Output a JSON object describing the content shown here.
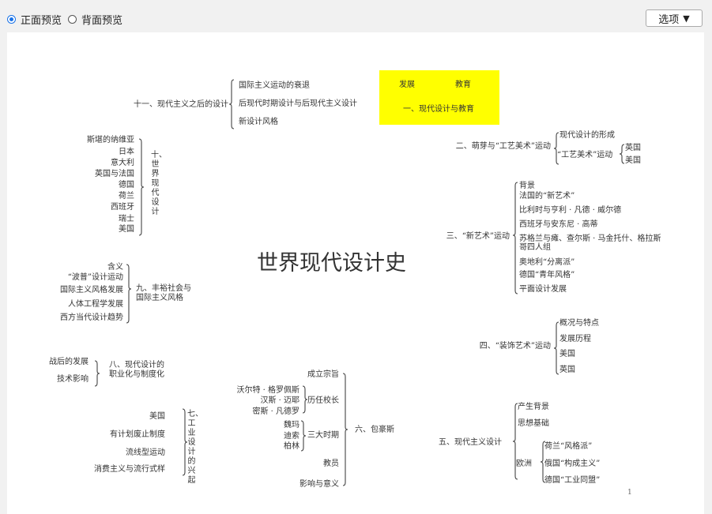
{
  "toolbar": {
    "front_preview": "正面预览",
    "back_preview": "背面预览",
    "options_label": "选项",
    "options_caret": "▼",
    "accent_color": "#1a73e8"
  },
  "mindmap": {
    "title": "世界现代设计史",
    "page_number": "1",
    "highlight_color": "#ffff00",
    "b1": {
      "label": "一、现代设计与教育",
      "left": "发展",
      "right": "教育"
    },
    "b2": {
      "label": "二、萌芽与“工艺美术”运动",
      "items": [
        "现代设计的形成",
        "“工艺美术”运动"
      ],
      "sub": [
        "英国",
        "美国"
      ]
    },
    "b3": {
      "label": "三、“新艺术”运动",
      "items": [
        "背景",
        "法国的“新艺术”",
        "比利时与亨利 · 凡德 · 威尔德",
        "西班牙与安东尼 · 高蒂",
        "苏格兰与瘫、查尔斯 · 马金托什、格拉斯",
        "哥四人组",
        "奥地利“分离派”",
        "德国“青年风格”",
        "平面设计发展"
      ]
    },
    "b4": {
      "label": "四、“装饰艺术”运动",
      "items": [
        "概况与特点",
        "发展历程",
        "美国",
        "英国"
      ]
    },
    "b5": {
      "label": "五、现代主义设计",
      "items": [
        "产生背景",
        "思想基础"
      ],
      "europe": "欧洲",
      "europe_items": [
        "荷兰“风格派”",
        "俄国“构成主义”",
        "德国“工业同盟”"
      ]
    },
    "b6": {
      "label": "六、包豪斯",
      "items": [
        "成立宗旨",
        "历任校长",
        "三大时期",
        "教员",
        "影响与意义"
      ],
      "presidents": [
        "沃尔特 · 格罗佩斯",
        "汉斯 · 迈耶",
        "密斯 · 凡德罗"
      ],
      "periods": [
        "魏玛",
        "迪索",
        "柏林"
      ]
    },
    "b7": {
      "label": "七、工业设计的兴起",
      "items": [
        "美国",
        "有计划废止制度",
        "流线型运动",
        "消费主义与流行式样"
      ]
    },
    "b8": {
      "label_1": "八、现代设计的",
      "label_2": "职业化与制度化",
      "items": [
        "战后的发展",
        "技术影响"
      ]
    },
    "b9": {
      "label_1": "九、丰裕社会与",
      "label_2": "国际主义风格",
      "items": [
        "含义",
        "“波普”设计运动",
        "国际主义风格发展",
        "人体工程学发展",
        "西方当代设计趋势"
      ]
    },
    "b10": {
      "label": "十、世界现代设计",
      "items": [
        "斯堪的纳维亚",
        "日本",
        "意大利",
        "英国与法国",
        "德国",
        "荷兰",
        "西班牙",
        "瑞士",
        "美国"
      ]
    },
    "b11": {
      "label": "十一、现代主义之后的设计",
      "items": [
        "国际主义运动的衰退",
        "后现代时期设计与后现代主义设计",
        "新设计风格"
      ]
    }
  }
}
